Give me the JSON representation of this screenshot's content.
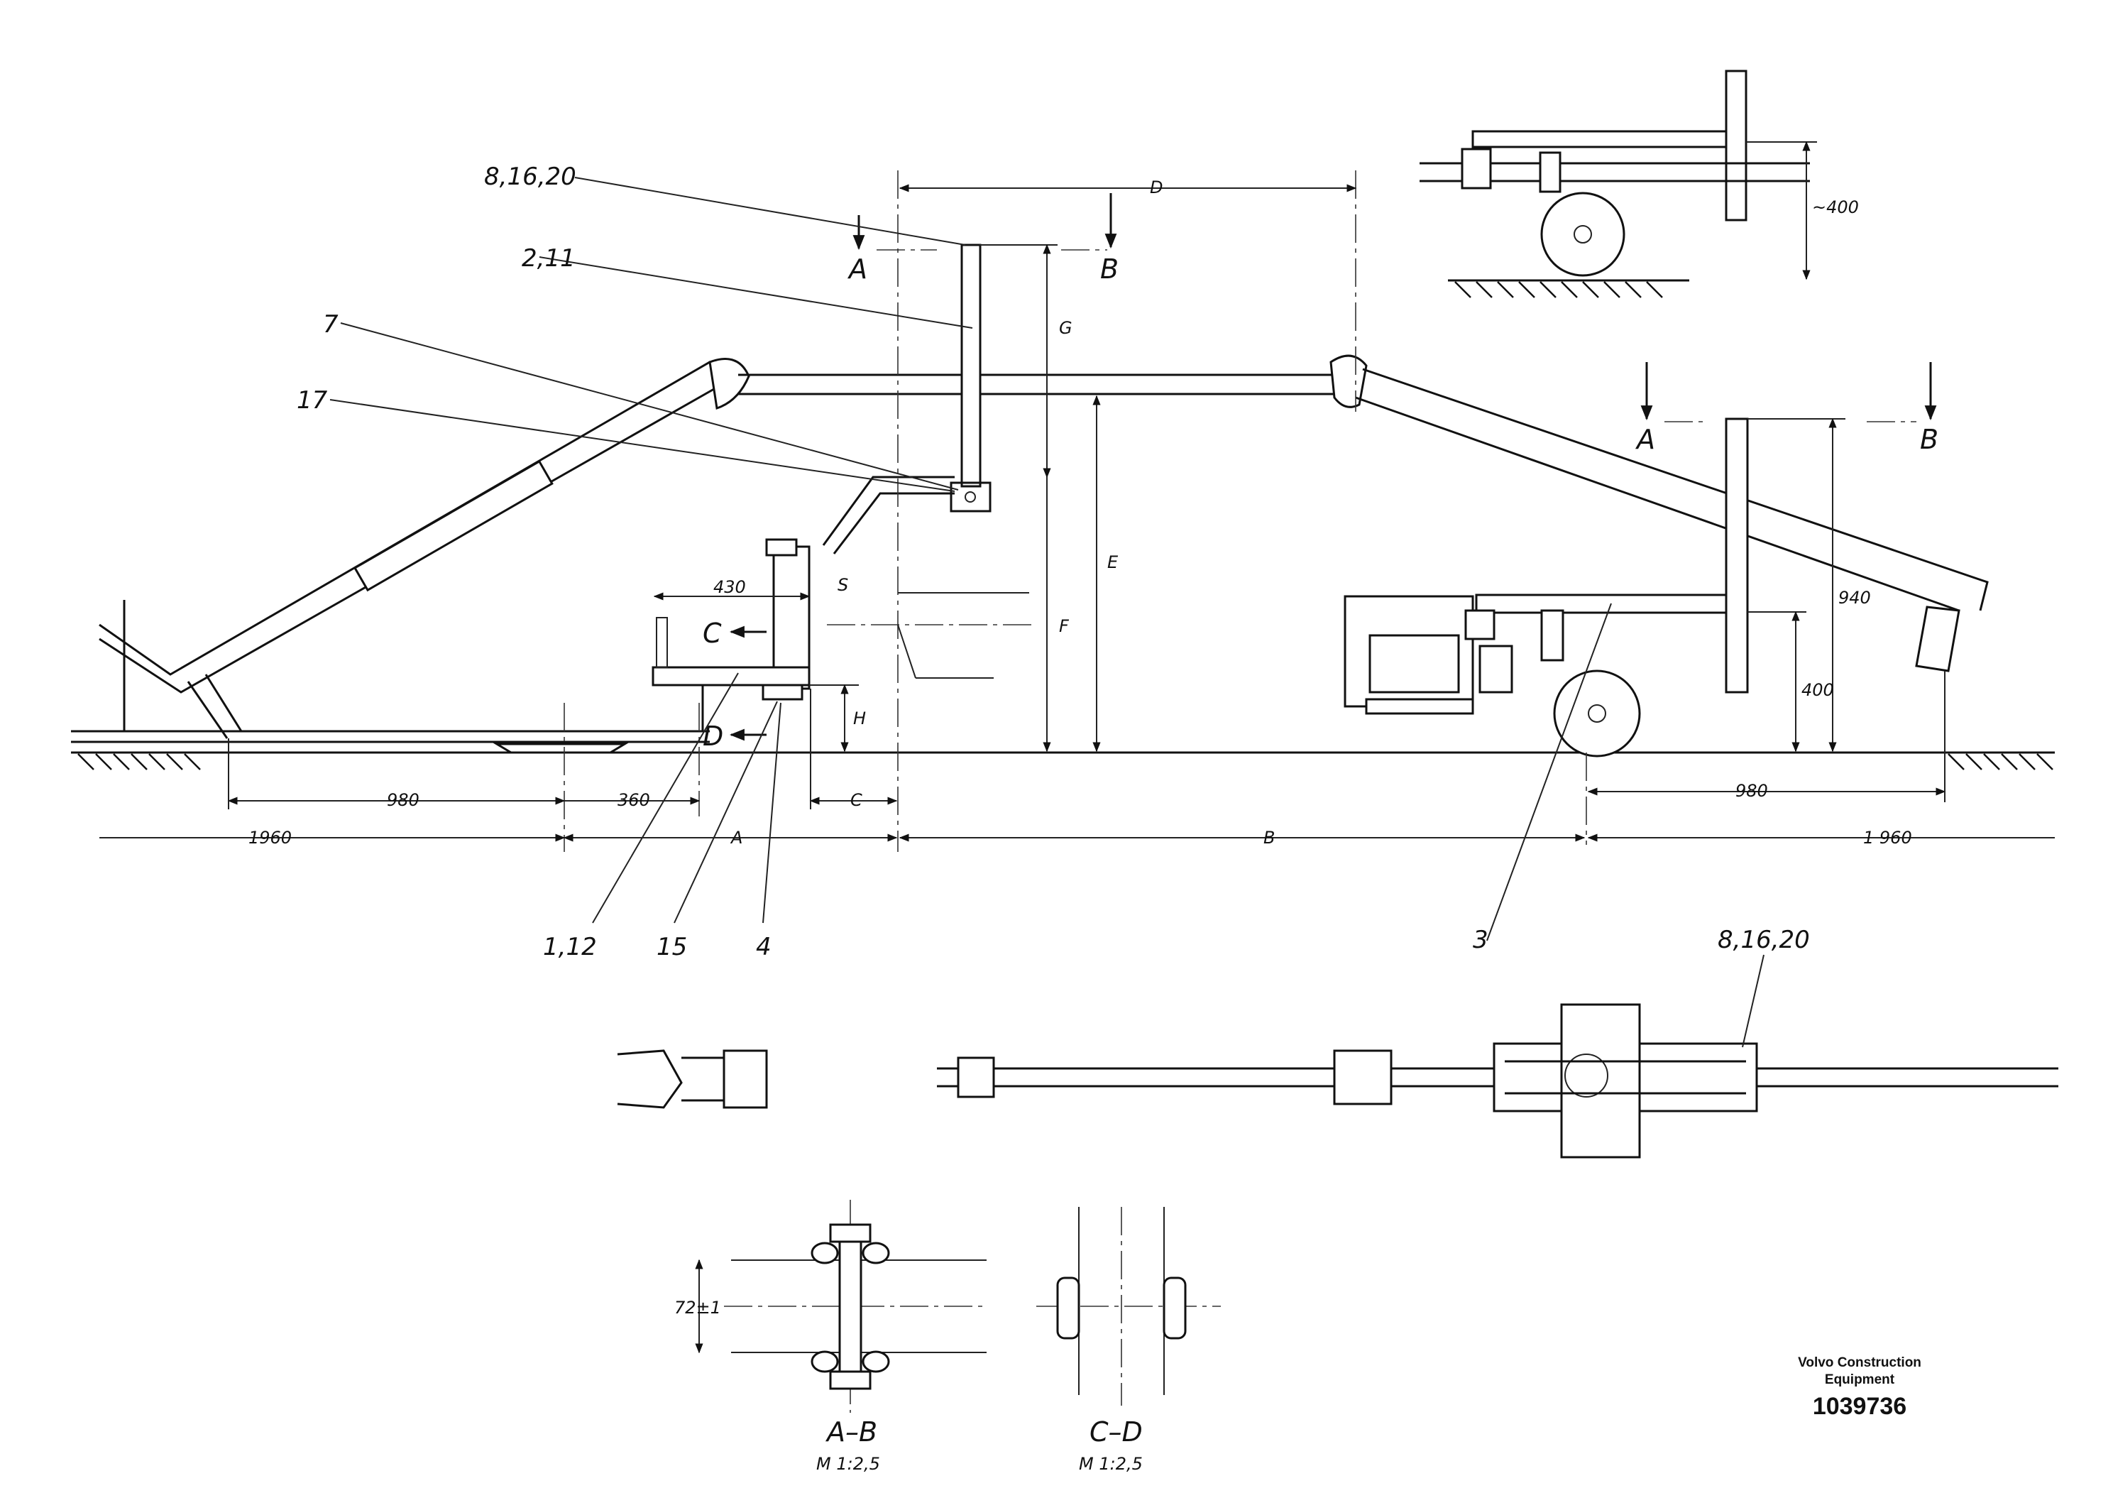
{
  "labels": {
    "ref_8_16_20_top": "8,16,20",
    "ref_2_11": "2,11",
    "ref_7": "7",
    "ref_17": "17",
    "ref_1_12": "1,12",
    "ref_15": "15",
    "ref_4": "4",
    "ref_3": "3",
    "ref_8_16_20_plan": "8,16,20",
    "section_a_left": "A",
    "section_b_left": "B",
    "section_a_right": "A",
    "section_b_right": "B",
    "section_c": "C",
    "section_d": "D"
  },
  "dimensions": {
    "d": "D",
    "g": "G",
    "e": "E",
    "f": "F",
    "h": "H",
    "s": "S",
    "c": "C",
    "a": "A",
    "b": "B",
    "d430": "430",
    "d980_left": "980",
    "d360": "360",
    "d1960_left": "1960",
    "d980_right": "980",
    "d1960_right": "1 960",
    "d940": "940",
    "d400_right": "400",
    "d400_top": "~400",
    "d72": "72±1"
  },
  "sections": {
    "ab_title": "A–B",
    "ab_scale": "M 1:2,5",
    "cd_title": "C–D",
    "cd_scale": "M 1:2,5"
  },
  "brand": {
    "name_line1": "Volvo Construction",
    "name_line2": "Equipment",
    "doc_number": "1039736"
  }
}
